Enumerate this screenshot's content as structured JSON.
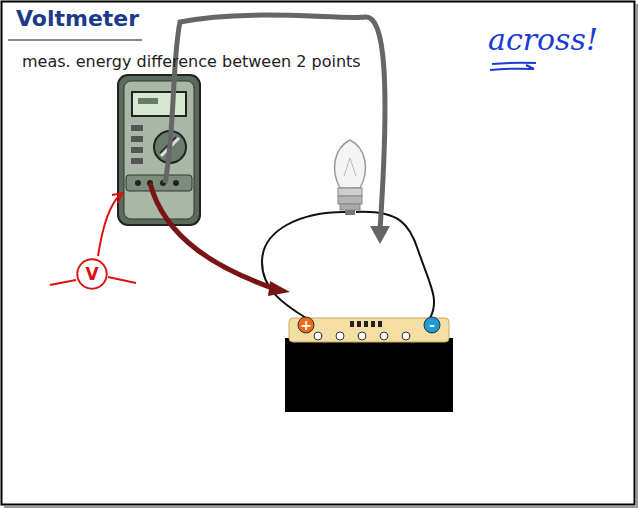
{
  "diagram": {
    "title": "Voltmeter",
    "nodes": [
      {
        "text": [
          "V"
        ]
      }
    ],
    "labels": [
      "meas. energy difference between 2 points",
      "across!",
      "+",
      "-"
    ]
  }
}
